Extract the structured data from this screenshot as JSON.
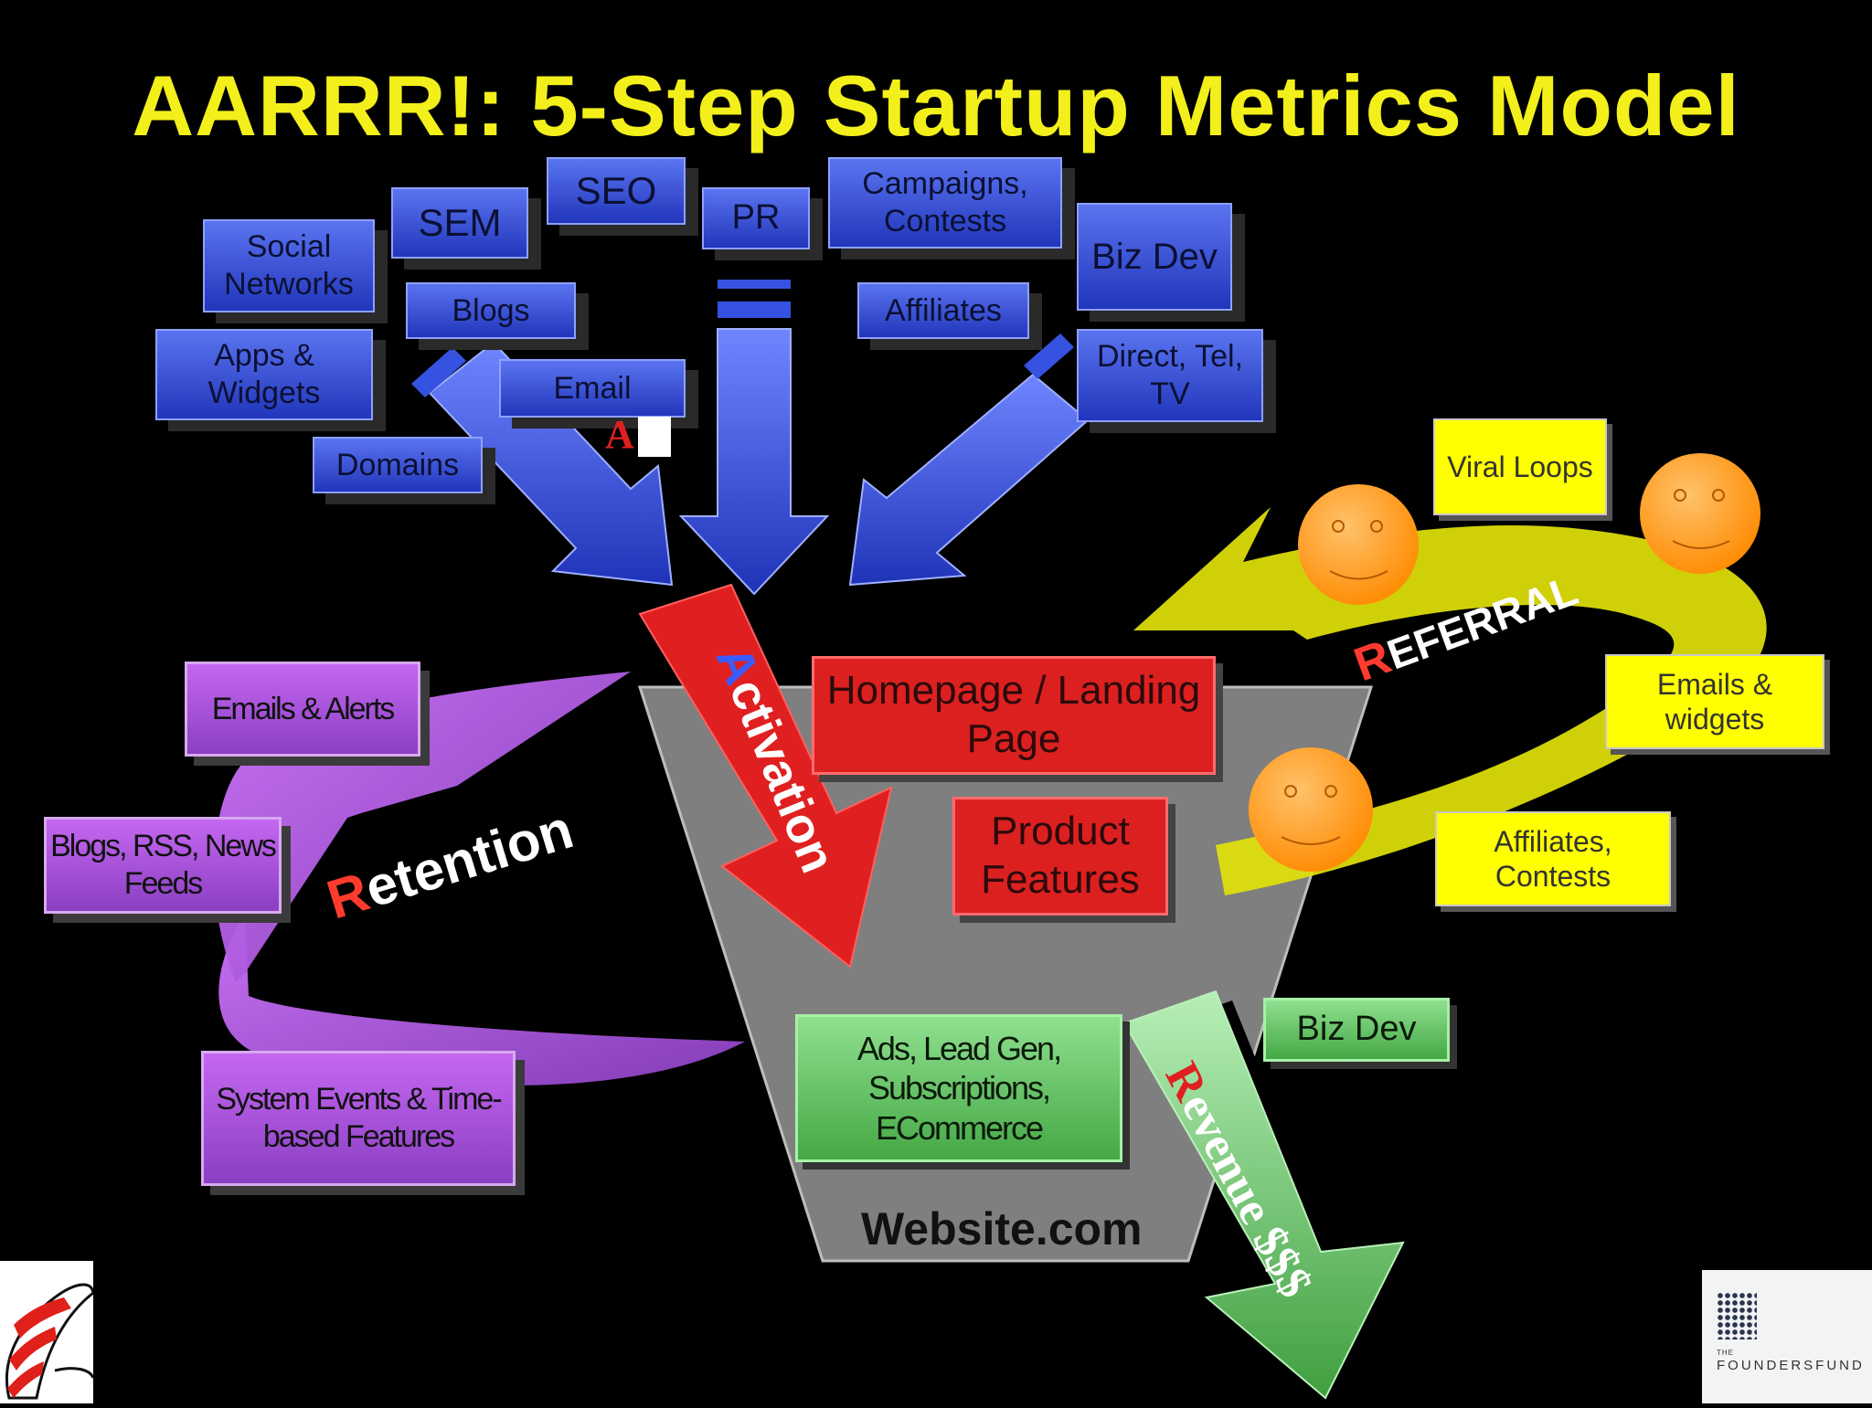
{
  "title": "AARRR!: 5-Step Startup Metrics Model",
  "acquisition": {
    "label_fragment": "A",
    "sources": [
      "Social Networks",
      "SEM",
      "SEO",
      "PR",
      "Campaigns, Contests",
      "Biz Dev",
      "Blogs",
      "Affiliates",
      "Apps & Widgets",
      "Email",
      "Direct, Tel, TV",
      "Domains"
    ]
  },
  "activation": {
    "label": "Activation",
    "first_letter": "A",
    "rest": "ctivation",
    "boxes": [
      "Homepage / Landing Page",
      "Product Features"
    ]
  },
  "website": {
    "label": "Website.com"
  },
  "retention": {
    "first_letter": "R",
    "rest": "etention",
    "boxes": [
      "Emails & Alerts",
      "Blogs, RSS, News Feeds",
      "System Events & Time-based Features"
    ]
  },
  "referral": {
    "first_letter": "R",
    "rest": "EFERRAL",
    "boxes": [
      "Viral Loops",
      "Emails & widgets",
      "Affiliates, Contests"
    ]
  },
  "revenue": {
    "first_letter": "R",
    "rest": "evenue $$$",
    "boxes": [
      "Ads, Lead Gen, Subscriptions, ECommerce",
      "Biz Dev"
    ]
  },
  "logos": {
    "founders_fund": {
      "top": "THE",
      "main": "FOUNDERSFUND"
    }
  },
  "colors": {
    "title": "#f3ef1b",
    "acquisition": "#2d47d6",
    "activation": "#e02020",
    "retention": "#b656e6",
    "referral": "#ffff00",
    "revenue": "#5bb85b",
    "funnel": "#7f7f7f"
  }
}
